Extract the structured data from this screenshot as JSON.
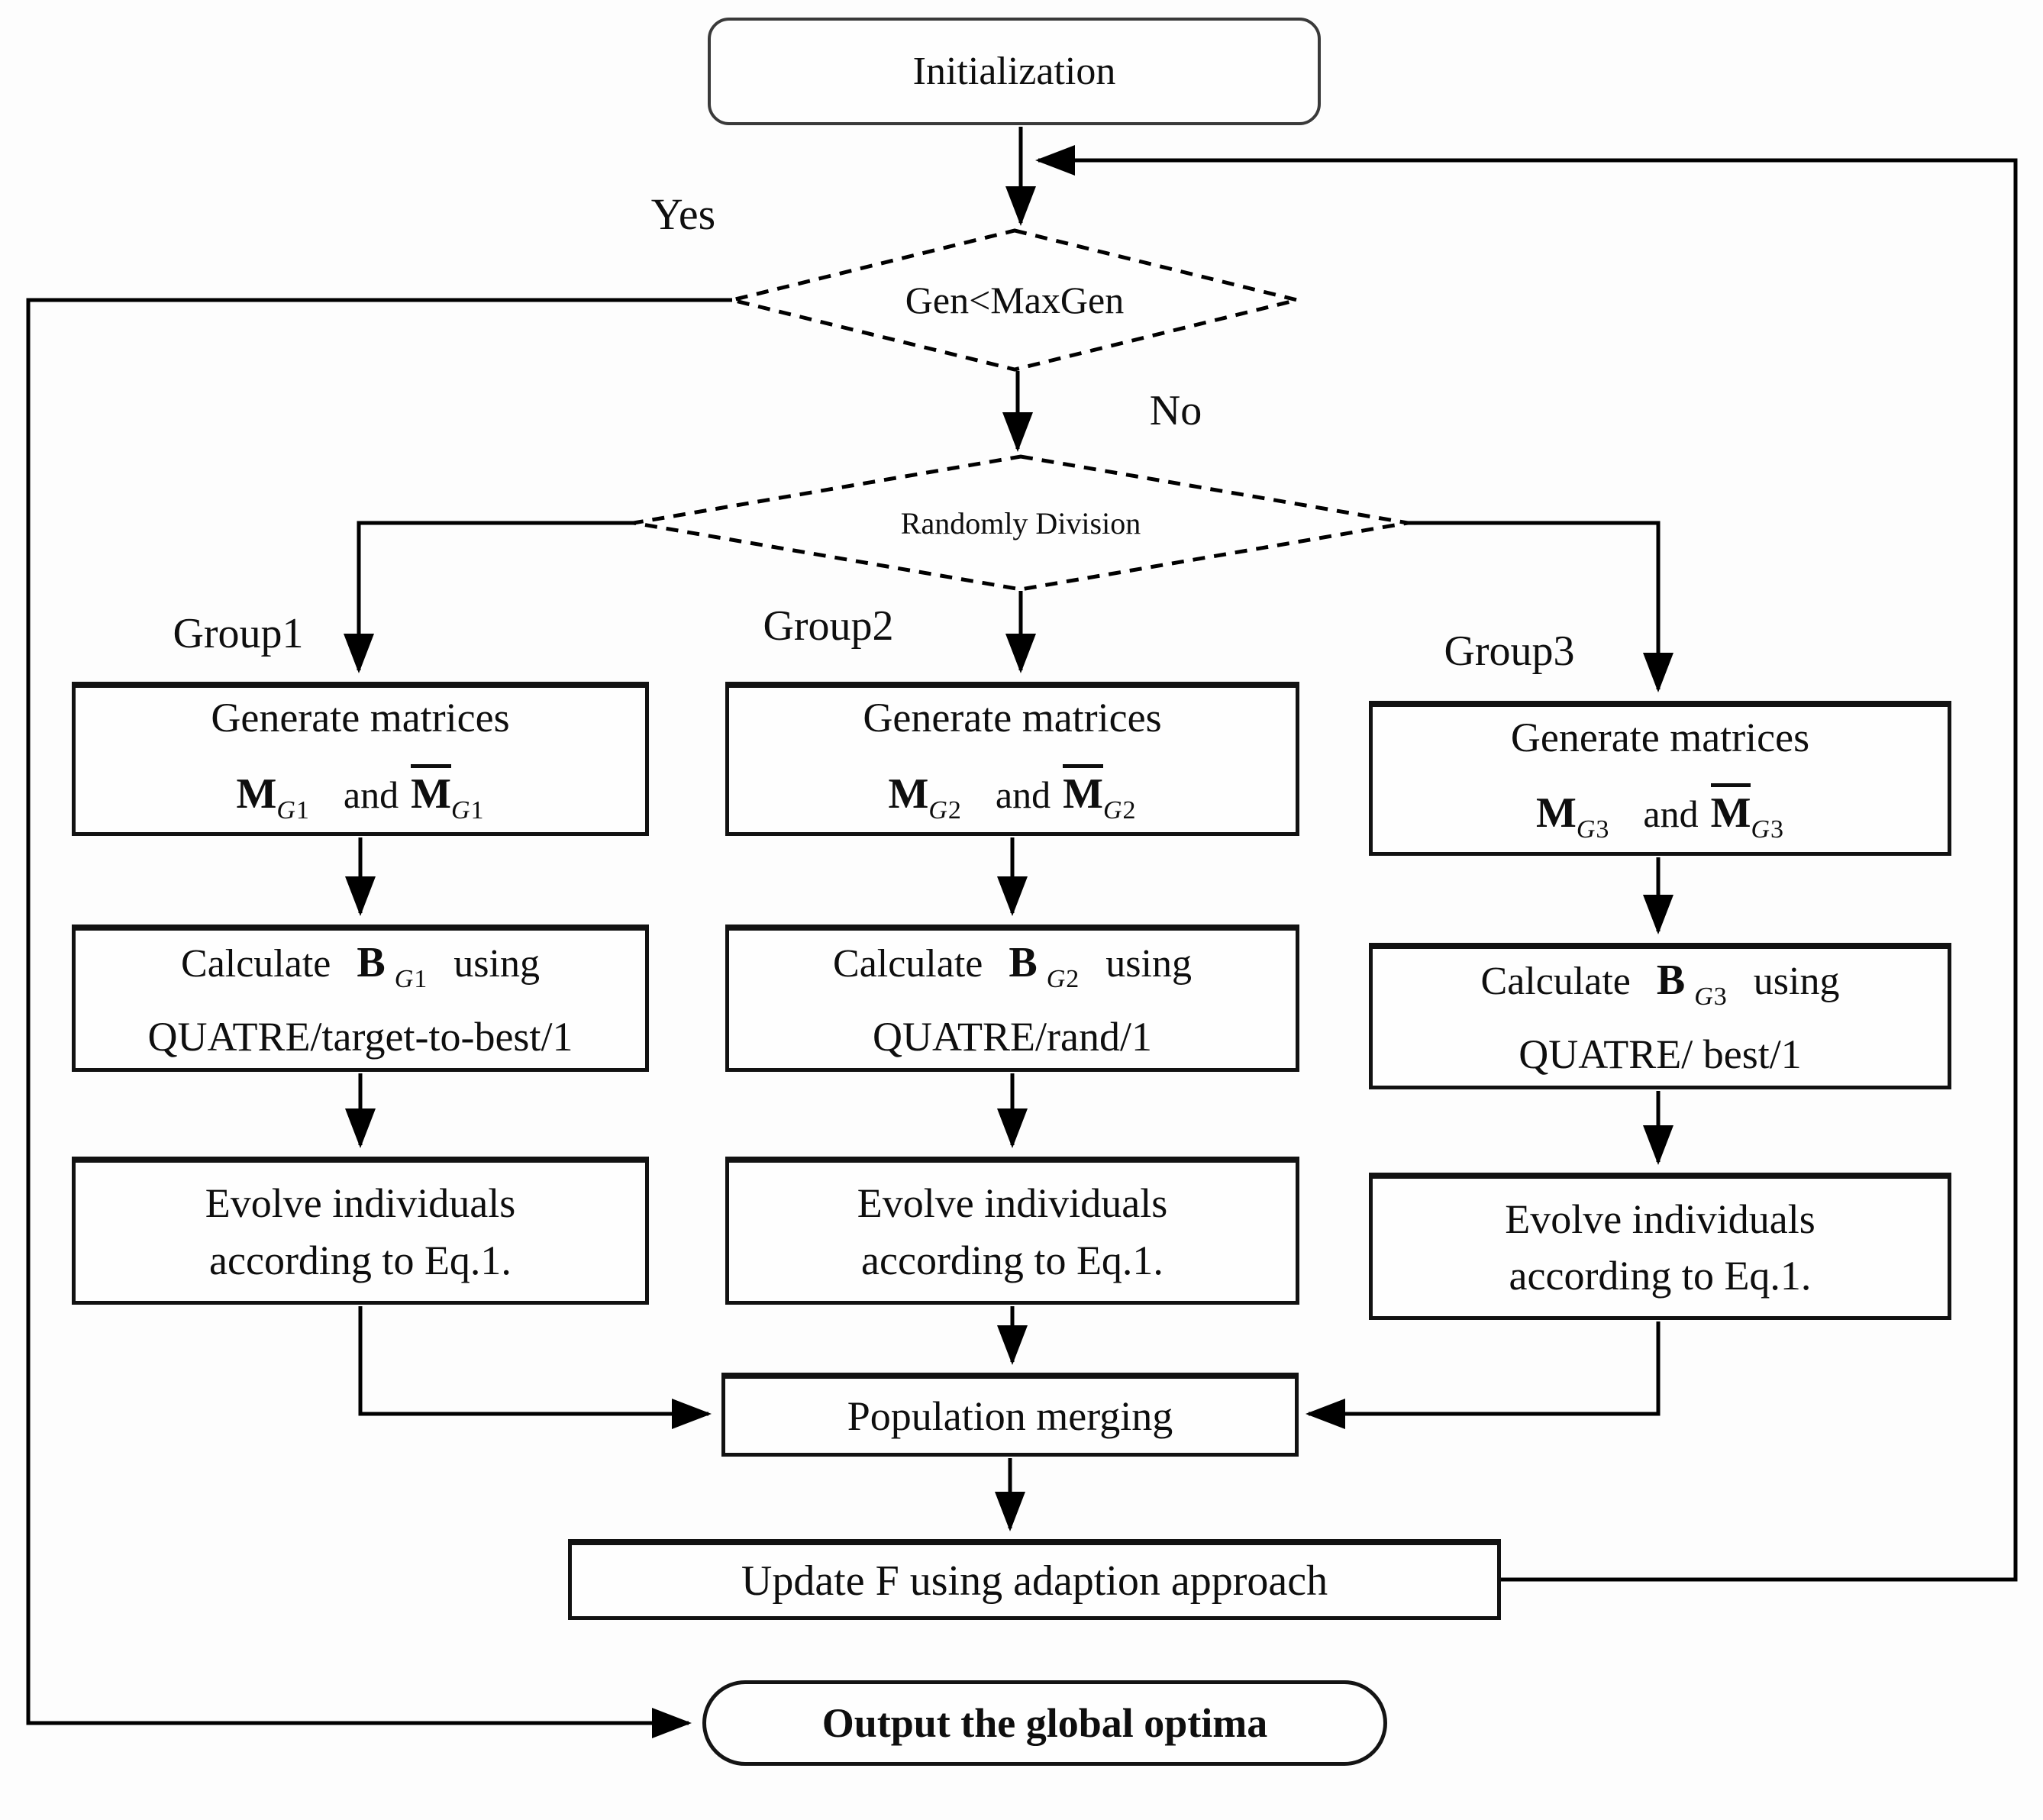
{
  "colors": {
    "line": "#000000",
    "box_border": "#121212",
    "background": "#fdfdfd",
    "text": "#0e0e0e"
  },
  "nodes": {
    "init": "Initialization",
    "decision1": "Gen<MaxGen",
    "decision2": "Randomly Division",
    "yes_label": "Yes",
    "no_label": "No",
    "merge": "Population merging",
    "update_f": "Update F using adaption approach",
    "output": "Output the global optima"
  },
  "groups": [
    {
      "label": "Group1",
      "row1_title": "Generate matrices",
      "sym_m": "M",
      "and_word": "and",
      "sym_mbar": "M",
      "sub_g": "G",
      "sub_n": "1",
      "calc_word": "Calculate",
      "sym_b": "B",
      "using_word": "using",
      "strategy": "QUATRE/target-to-best/1",
      "evolve1": "Evolve individuals",
      "evolve2": "according to Eq.1."
    },
    {
      "label": "Group2",
      "row1_title": "Generate matrices",
      "sym_m": "M",
      "and_word": "and",
      "sym_mbar": "M",
      "sub_g": "G",
      "sub_n": "2",
      "calc_word": "Calculate",
      "sym_b": "B",
      "using_word": "using",
      "strategy": "QUATRE/rand/1",
      "evolve1": "Evolve individuals",
      "evolve2": "according to Eq.1."
    },
    {
      "label": "Group3",
      "row1_title": "Generate matrices",
      "sym_m": "M",
      "and_word": "and",
      "sym_mbar": "M",
      "sub_g": "G",
      "sub_n": "3",
      "calc_word": "Calculate",
      "sym_b": "B",
      "using_word": "using",
      "strategy": "QUATRE/ best/1",
      "evolve1": "Evolve individuals",
      "evolve2": "according to Eq.1."
    }
  ]
}
